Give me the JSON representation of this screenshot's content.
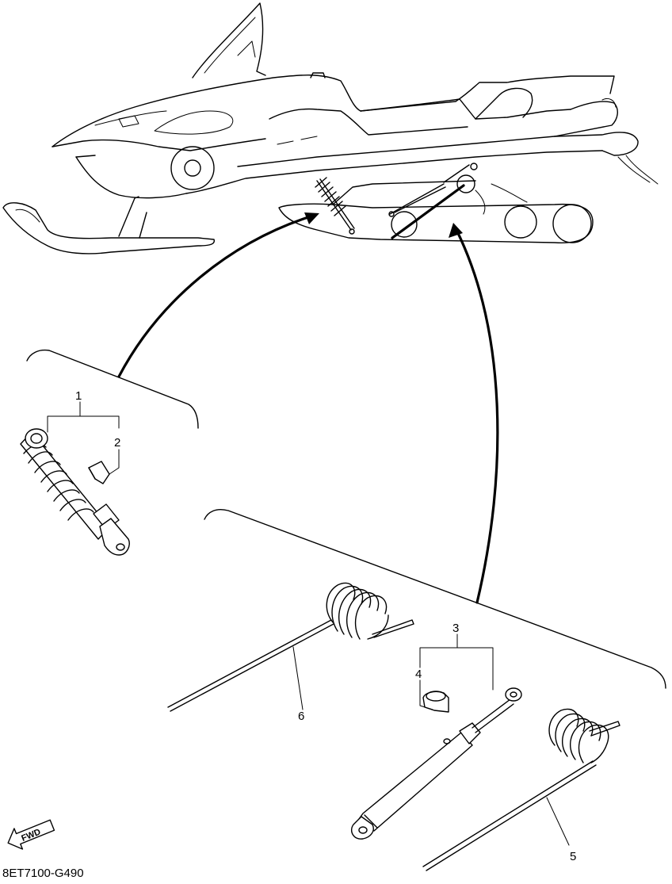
{
  "callouts": {
    "c1": "1",
    "c2": "2",
    "c3": "3",
    "c4": "4",
    "c5": "5",
    "c6": "6"
  },
  "fwd_label": "FWD",
  "diagram_code": "8ET7100-G490"
}
